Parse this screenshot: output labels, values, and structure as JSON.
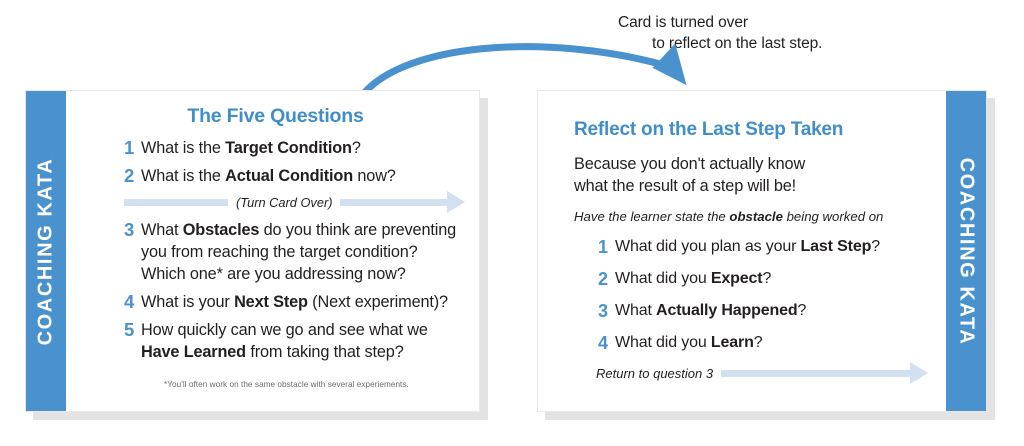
{
  "caption": {
    "line1": "Card is turned over",
    "line2": "to reflect on the last step."
  },
  "colors": {
    "brand_blue": "#4a92cd",
    "title_blue": "#3f8ecb",
    "arrow_pale": "#d3e0ef",
    "text": "#231f20",
    "card_shadow": "#e3e3e3"
  },
  "left_card": {
    "spine_label": "COACHING KATA",
    "title": "The Five Questions",
    "questions": [
      {
        "num": "1",
        "pre": "What is the ",
        "bold": "Target Condition",
        "post": "?"
      },
      {
        "num": "2",
        "pre": "What is the ",
        "bold": "Actual Condition",
        "post": " now?"
      },
      {
        "num": "3",
        "pre": "What ",
        "bold": "Obstacles",
        "post": " do you think are preventing you from reaching the target condition? Which one* are you addressing now?"
      },
      {
        "num": "4",
        "pre": "What is your ",
        "bold": "Next Step",
        "post": " (Next experiment)?"
      },
      {
        "num": "5",
        "pre": "How quickly can we go and see what we ",
        "bold": "Have Learned",
        "post": " from taking that step?"
      }
    ],
    "turn_band_label": "(Turn Card Over)",
    "footnote": "*You'll often work on the same obstacle with several experiements."
  },
  "right_card": {
    "spine_label": "COACHING KATA",
    "title": "Reflect on the Last Step Taken",
    "lead_line1": "Because you don't actually know",
    "lead_line2": "what the result of a step will be!",
    "note_pre": "Have the learner state the ",
    "note_bold": "obstacle",
    "note_post": " being worked on",
    "questions": [
      {
        "num": "1",
        "pre": "What did you plan as your ",
        "bold": "Last Step",
        "post": "?"
      },
      {
        "num": "2",
        "pre": "What did you ",
        "bold": "Expect",
        "post": "?"
      },
      {
        "num": "3",
        "pre": "What ",
        "bold": "Actually Happened",
        "post": "?"
      },
      {
        "num": "4",
        "pre": "What did you ",
        "bold": "Learn",
        "post": "?"
      }
    ],
    "return_band_label": "Return to question 3"
  }
}
